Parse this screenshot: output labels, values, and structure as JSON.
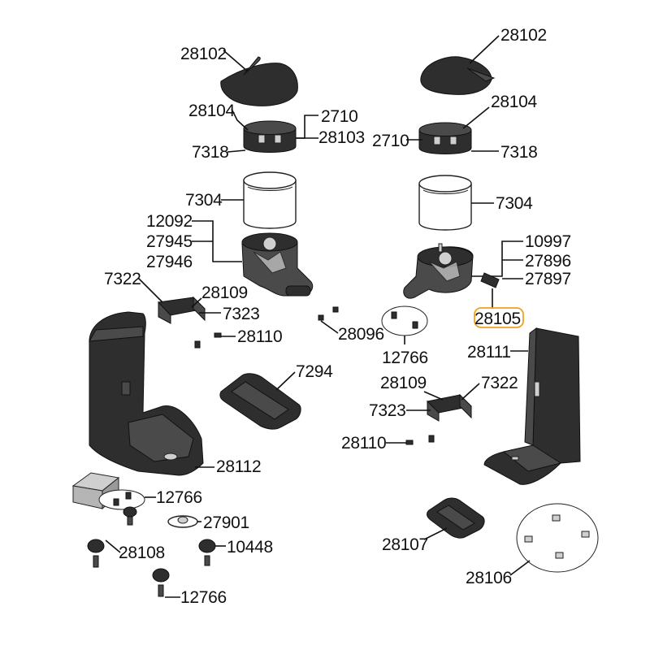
{
  "labels": {
    "l_28102_left": "28102",
    "l_28104_left": "28104",
    "l_2710_left": "2710",
    "l_28103": "28103",
    "l_7318_left": "7318",
    "l_7304_left": "7304",
    "l_12092": "12092",
    "l_27945": "27945",
    "l_27946": "27946",
    "l_7322_left": "7322",
    "l_28109_left": "28109",
    "l_7323_left": "7323",
    "l_28110_left": "28110",
    "l_28096": "28096",
    "l_7294": "7294",
    "l_28112": "28112",
    "l_12766_a": "12766",
    "l_27901": "27901",
    "l_28108": "28108",
    "l_10448": "10448",
    "l_12766_b": "12766",
    "l_28102_right": "28102",
    "l_28104_right": "28104",
    "l_2710_right": "2710",
    "l_7318_right": "7318",
    "l_7304_right": "7304",
    "l_10997": "10997",
    "l_27896": "27896",
    "l_27897": "27897",
    "l_28105": "28105",
    "l_12766_c": "12766",
    "l_28111": "28111",
    "l_28109_right": "28109",
    "l_7322_right": "7322",
    "l_7323_right": "7323",
    "l_28110_right": "28110",
    "l_28107": "28107",
    "l_28106": "28106"
  },
  "colors": {
    "highlight": "#f0a020",
    "part_dark": "#2e2e2e",
    "line": "#111111"
  }
}
